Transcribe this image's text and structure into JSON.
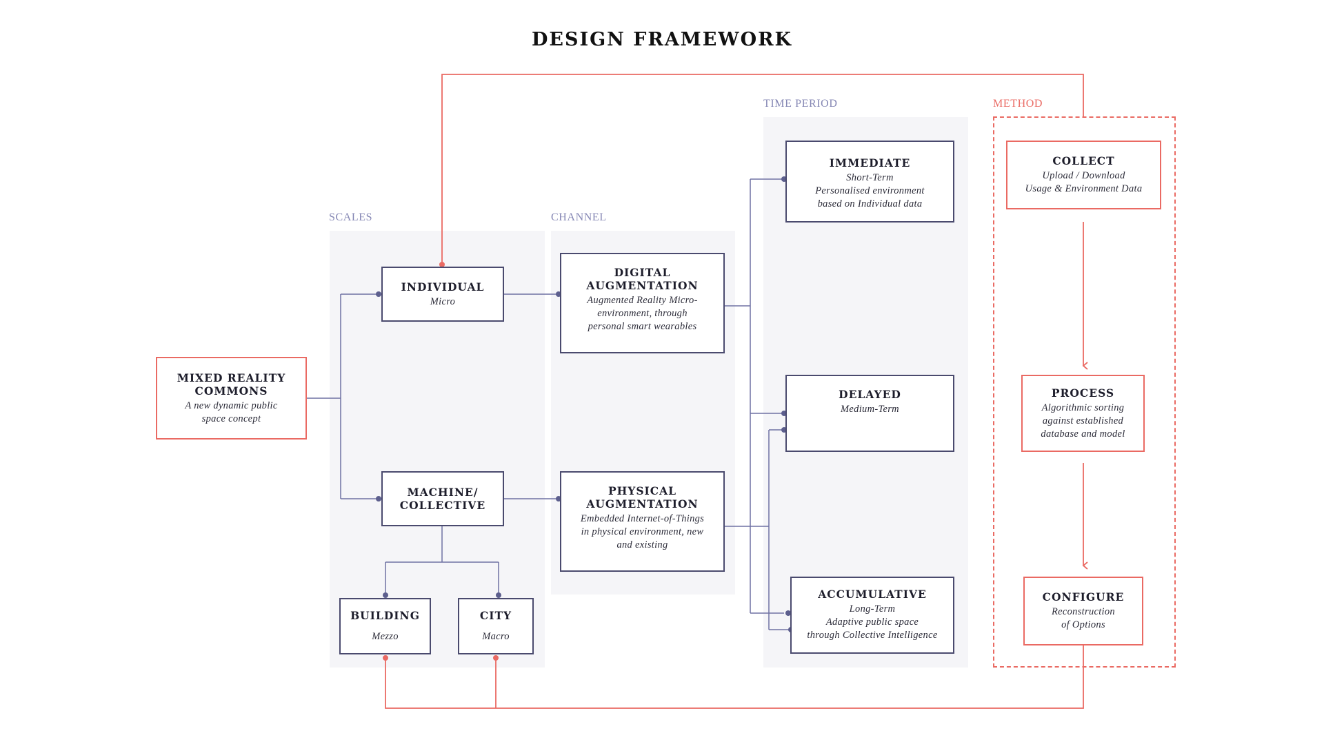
{
  "title": "DESIGN FRAMEWORK",
  "colors": {
    "accent_red": "#ea6a63",
    "accent_blue": "#6f71a3",
    "box_border": "#4a4a6e",
    "panel_bg": "#f5f5f8"
  },
  "sections": {
    "scales": "SCALES",
    "channel": "CHANNEL",
    "time_period": "TIME PERIOD",
    "method": "METHOD"
  },
  "nodes": {
    "commons": {
      "title": "MIXED REALITY\nCOMMONS",
      "subtitle": "A new dynamic public\nspace concept"
    },
    "individual": {
      "title": "INDIVIDUAL",
      "subtitle": "Micro"
    },
    "machine": {
      "title": "MACHINE/\nCOLLECTIVE",
      "subtitle": ""
    },
    "building": {
      "title": "BUILDING",
      "subtitle": "Mezzo"
    },
    "city": {
      "title": "CITY",
      "subtitle": "Macro"
    },
    "digital": {
      "title": "DIGITAL\nAUGMENTATION",
      "subtitle": "Augmented Reality Micro-\nenvironment, through\npersonal smart wearables"
    },
    "physical": {
      "title": "PHYSICAL\nAUGMENTATION",
      "subtitle": "Embedded Internet-of-Things\nin physical environment, new\nand existing"
    },
    "immediate": {
      "title": "IMMEDIATE",
      "subtitle": "Short-Term\nPersonalised environment\nbased on Individual data"
    },
    "delayed": {
      "title": "DELAYED",
      "subtitle": "Medium-Term"
    },
    "accumulative": {
      "title": "ACCUMULATIVE",
      "subtitle": "Long-Term\nAdaptive public space\nthrough Collective Intelligence"
    },
    "collect": {
      "title": "COLLECT",
      "subtitle": "Upload / Download\nUsage & Environment Data"
    },
    "process": {
      "title": "PROCESS",
      "subtitle": "Algorithmic sorting\nagainst established\ndatabase and model"
    },
    "configure": {
      "title": "CONFIGURE",
      "subtitle": "Reconstruction\nof Options"
    }
  }
}
